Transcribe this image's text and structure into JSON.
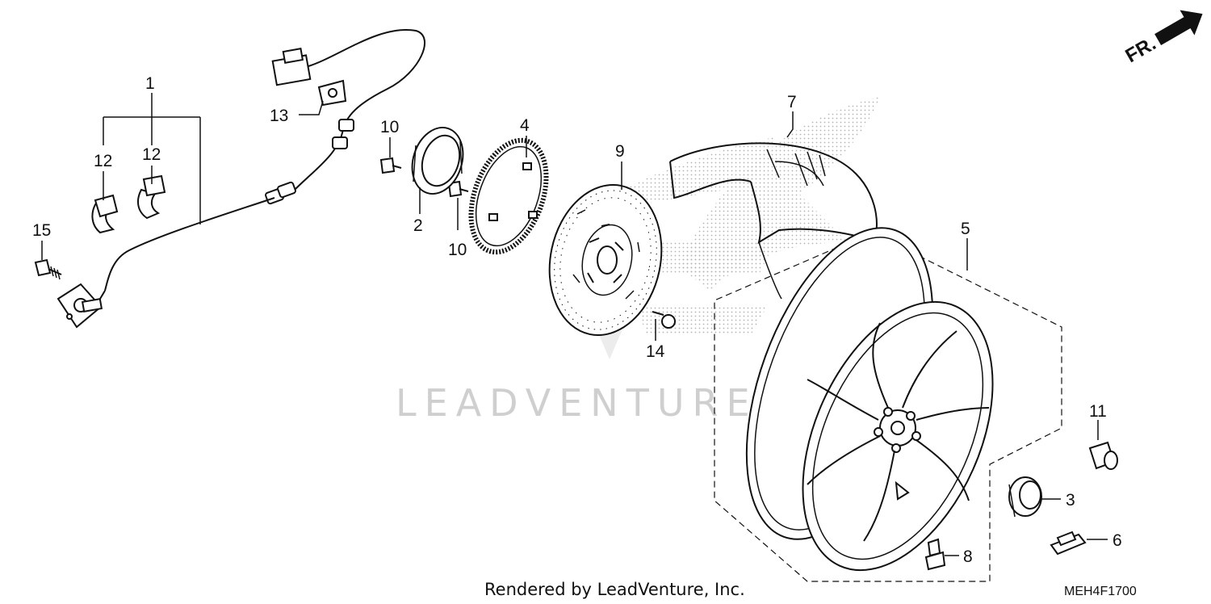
{
  "watermark": "LEADVENTURE",
  "direction_label": "FR.",
  "footer": "Rendered by LeadVenture, Inc.",
  "diagram_code": "MEH4F1700",
  "callouts": {
    "c1": "1",
    "c2": "2",
    "c3": "3",
    "c4": "4",
    "c5": "5",
    "c6": "6",
    "c7": "7",
    "c8": "8",
    "c9": "9",
    "c10a": "10",
    "c10b": "10",
    "c11": "11",
    "c12a": "12",
    "c12b": "12",
    "c13": "13",
    "c14": "14",
    "c15": "15"
  }
}
